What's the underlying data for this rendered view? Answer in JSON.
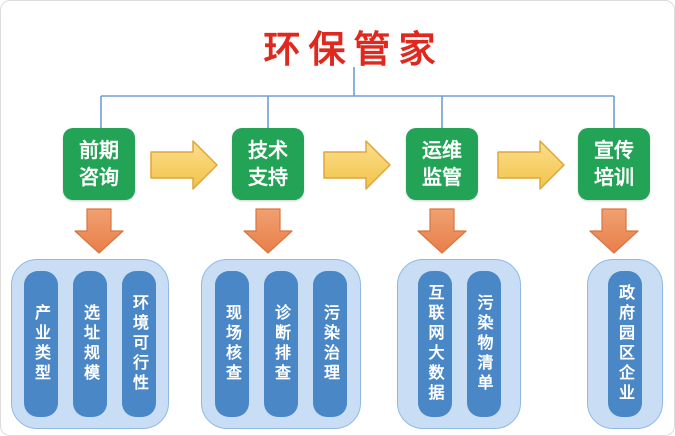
{
  "title": "环保管家",
  "stages": [
    {
      "label": "前期\n咨询",
      "items": [
        "产业类型",
        "选址规模",
        "环境可行性"
      ]
    },
    {
      "label": "技术\n支持",
      "items": [
        "现场核查",
        "诊断排查",
        "污染治理"
      ]
    },
    {
      "label": "运维\n监管",
      "items": [
        "互联网大数据",
        "污染物清单"
      ]
    },
    {
      "label": "宣传\n培训",
      "items": [
        "政府园区企业"
      ]
    }
  ],
  "colors": {
    "title-red": "#e0281e",
    "stage-green": "#22a355",
    "arrow-yellow": "#f5c95a",
    "arrow-yellow-border": "#dfa63c",
    "arrow-orange": "#ec8a57",
    "arrow-orange-border": "#d9753f",
    "panel-blue": "#c9def4",
    "panel-border": "#8fb9e4",
    "pill-blue": "#4a87c7",
    "line-blue": "#6f9ed4"
  }
}
